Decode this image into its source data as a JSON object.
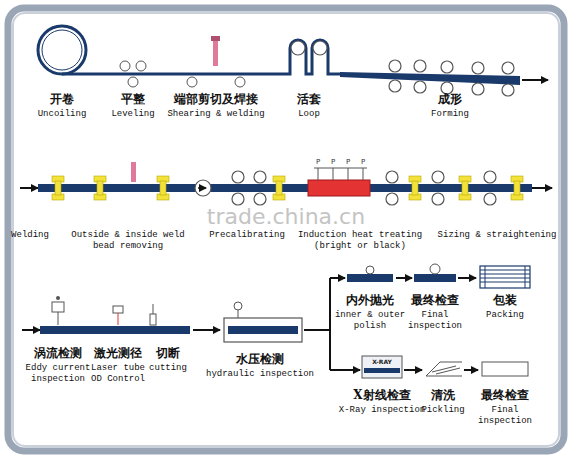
{
  "diagram": {
    "labels": [
      "开卷",
      "Uncoiling",
      "平整",
      "Leveling",
      "端部剪切及焊接",
      "Shearing & welding",
      "活套",
      "Loop",
      "成形",
      "Forming",
      "P",
      "P",
      "P",
      "P",
      "Welding",
      "Outside & inside weld bead removing",
      "Precalibrating",
      "Induction heat treating (bright or black)",
      "Sizing & straightening",
      "trade.china.cn",
      "涡流检测",
      "Eddy current inspection",
      "激光测径",
      "Laser tube OD Control",
      "切断",
      "cutting",
      "水压检测",
      "hydraulic inspection",
      "内外抛光",
      "inner & outer polish",
      "最终检查",
      "Final inspection",
      "包装",
      "Packing",
      "X-RAY",
      "X射线检查",
      "X-Ray inspection",
      "清洗",
      "Pickling",
      "最终检查",
      "Final inspection"
    ]
  }
}
